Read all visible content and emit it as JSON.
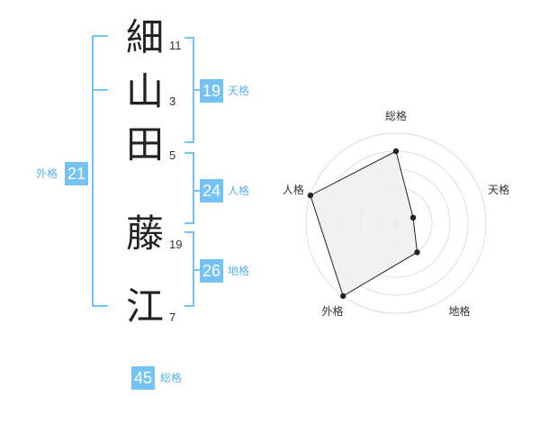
{
  "name_chars": [
    {
      "char": "細",
      "strokes": "11"
    },
    {
      "char": "山",
      "strokes": "3"
    },
    {
      "char": "田",
      "strokes": "5"
    },
    {
      "char": "藤",
      "strokes": "19"
    },
    {
      "char": "江",
      "strokes": "7"
    }
  ],
  "kakusu": {
    "tenkaku": {
      "value": "19",
      "label": "天格"
    },
    "jinkaku": {
      "value": "24",
      "label": "人格"
    },
    "chikaku": {
      "value": "26",
      "label": "地格"
    },
    "gaikaku": {
      "value": "21",
      "label": "外格"
    },
    "soukaku": {
      "value": "45",
      "label": "総格"
    }
  },
  "colors": {
    "accent": "#74c3f4",
    "accent_text": "#5ab3ec",
    "radar_fill": "#efefef",
    "radar_stroke": "#222222",
    "grid": "#dddddd"
  },
  "radar": {
    "axes": [
      "総格",
      "天格",
      "地格",
      "外格",
      "人格"
    ],
    "levels": 5,
    "values": [
      4,
      1,
      2,
      5,
      5
    ]
  }
}
